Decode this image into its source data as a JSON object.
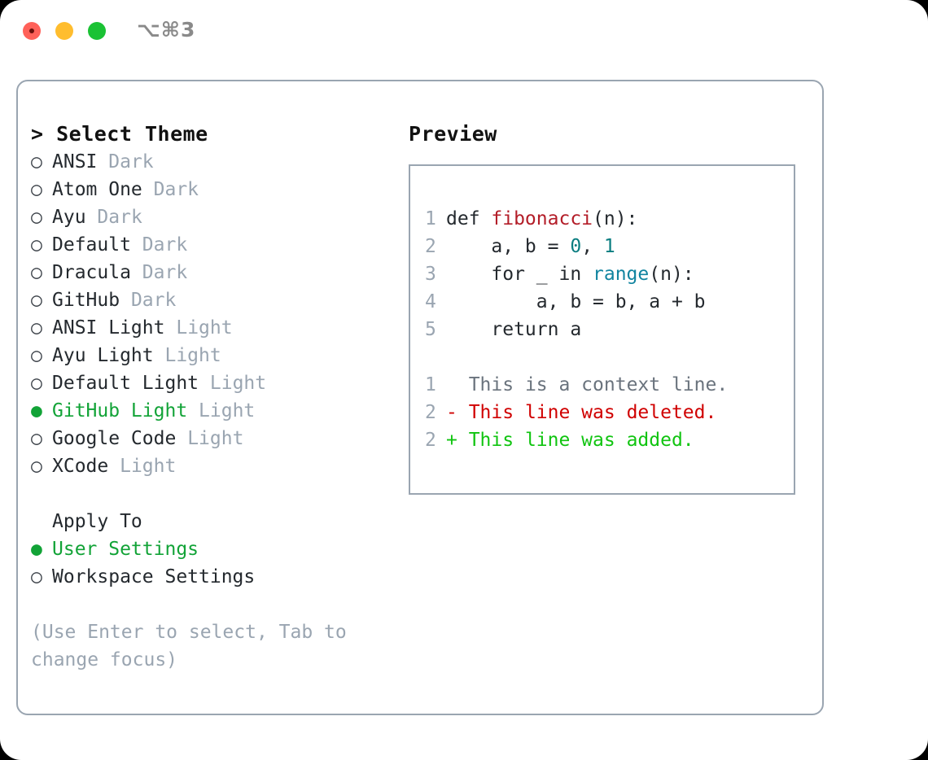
{
  "titlebar": {
    "shortcut": "⌥⌘3",
    "buttons": {
      "close": "close-button",
      "minimize": "minimize-button",
      "maximize": "maximize-button"
    }
  },
  "theme_picker": {
    "header": "> Select Theme",
    "marker_unselected": "○",
    "marker_selected": "●",
    "selected_theme": "GitHub Light",
    "accent_color": "#12a337",
    "tag_color": "#9aa5b1",
    "items": [
      {
        "marker": "○",
        "name": "ANSI",
        "tag": "Dark",
        "selected": false
      },
      {
        "marker": "○",
        "name": "Atom One",
        "tag": "Dark",
        "selected": false
      },
      {
        "marker": "○",
        "name": "Ayu",
        "tag": "Dark",
        "selected": false
      },
      {
        "marker": "○",
        "name": "Default",
        "tag": "Dark",
        "selected": false
      },
      {
        "marker": "○",
        "name": "Dracula",
        "tag": "Dark",
        "selected": false
      },
      {
        "marker": "○",
        "name": "GitHub",
        "tag": "Dark",
        "selected": false
      },
      {
        "marker": "○",
        "name": "ANSI Light",
        "tag": "Light",
        "selected": false
      },
      {
        "marker": "○",
        "name": "Ayu Light",
        "tag": "Light",
        "selected": false
      },
      {
        "marker": "○",
        "name": "Default Light",
        "tag": "Light",
        "selected": false
      },
      {
        "marker": "●",
        "name": "GitHub Light",
        "tag": "Light",
        "selected": true
      },
      {
        "marker": "○",
        "name": "Google Code",
        "tag": "Light",
        "selected": false
      },
      {
        "marker": "○",
        "name": "XCode",
        "tag": "Light",
        "selected": false
      }
    ]
  },
  "apply_to": {
    "header": "Apply To",
    "options": [
      {
        "marker": "●",
        "label": "User Settings",
        "selected": true
      },
      {
        "marker": "○",
        "label": "Workspace Settings",
        "selected": false
      }
    ]
  },
  "hint": "(Use Enter to select, Tab to change focus)",
  "preview": {
    "title": "Preview",
    "code": [
      {
        "no": "1",
        "segments": [
          {
            "t": "def ",
            "c": "plain"
          },
          {
            "t": "fibonacci",
            "c": "fn"
          },
          {
            "t": "(n):",
            "c": "plain"
          }
        ]
      },
      {
        "no": "2",
        "segments": [
          {
            "t": "    a, b = ",
            "c": "plain"
          },
          {
            "t": "0",
            "c": "num"
          },
          {
            "t": ", ",
            "c": "plain"
          },
          {
            "t": "1",
            "c": "num"
          }
        ]
      },
      {
        "no": "3",
        "segments": [
          {
            "t": "    for _ in ",
            "c": "plain"
          },
          {
            "t": "range",
            "c": "call"
          },
          {
            "t": "(n):",
            "c": "plain"
          }
        ]
      },
      {
        "no": "4",
        "segments": [
          {
            "t": "        a, b = b, a + b",
            "c": "plain"
          }
        ]
      },
      {
        "no": "5",
        "segments": [
          {
            "t": "    return a",
            "c": "plain"
          }
        ]
      }
    ],
    "diff": [
      {
        "no": "1",
        "prefix": "  ",
        "text": "This is a context line.",
        "kind": "ctx"
      },
      {
        "no": "2",
        "prefix": "- ",
        "text": "This line was deleted.",
        "kind": "del"
      },
      {
        "no": "2",
        "prefix": "+ ",
        "text": "This line was added.",
        "kind": "add"
      }
    ],
    "colors": {
      "function": "#b31d28",
      "number": "#0a7d80",
      "builtin": "#1184a0",
      "context": "#6a737d",
      "deleted": "#d00000",
      "added": "#10c410"
    }
  }
}
